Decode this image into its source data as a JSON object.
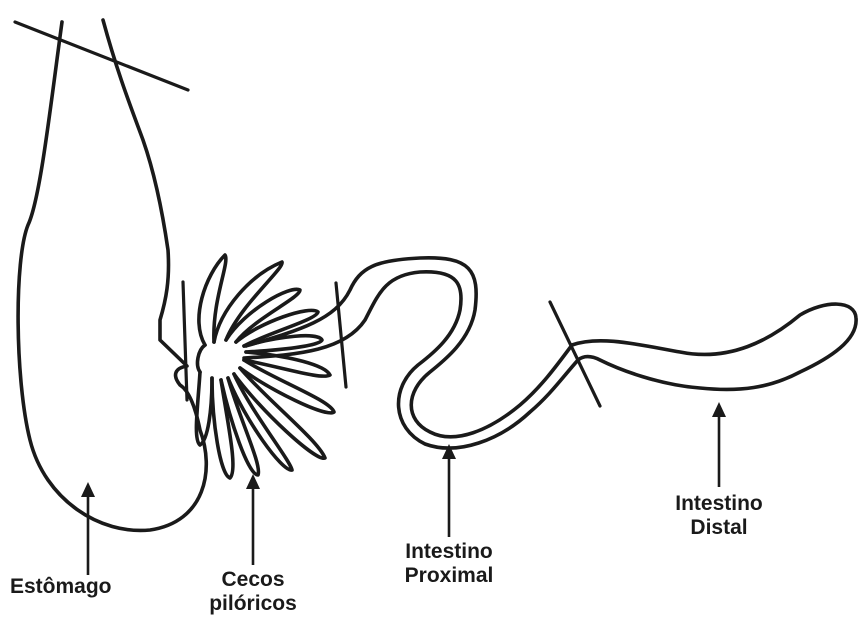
{
  "labels": {
    "stomach": "Estômago",
    "pyloric_caeca_line1": "Cecos",
    "pyloric_caeca_line2": "pilóricos",
    "proximal_intestine_line1": "Intestino",
    "proximal_intestine_line2": "Proximal",
    "distal_intestine_line1": "Intestino",
    "distal_intestine_line2": "Distal"
  },
  "colors": {
    "stroke": "#1a1a1a",
    "background": "#ffffff"
  }
}
